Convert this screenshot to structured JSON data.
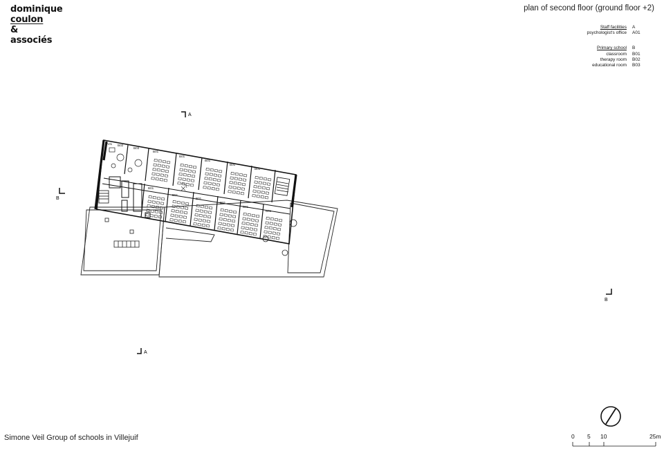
{
  "logo": {
    "line1": "dominique",
    "line2": "coulon",
    "line3": "&",
    "line4": "associés"
  },
  "plan_title": "plan of second floor (ground floor +2)",
  "legend": {
    "groups": [
      {
        "heading": "Staff facilities",
        "code": "A",
        "items": [
          {
            "label": "psychologist's office",
            "code": "A01"
          }
        ]
      },
      {
        "heading": "Primary school",
        "code": "B",
        "items": [
          {
            "label": "classroom",
            "code": "B01"
          },
          {
            "label": "therapy room",
            "code": "B02"
          },
          {
            "label": "educational room",
            "code": "B03"
          }
        ]
      }
    ]
  },
  "section_markers": {
    "a_top": "A",
    "a_bottom": "A",
    "b_left": "B",
    "b_right": "B"
  },
  "room_tags": {
    "a01": "A01",
    "b02": "B02",
    "b03": "B03",
    "top_row": [
      "B01",
      "B01",
      "B01",
      "B01",
      "B01"
    ],
    "bottom_row": [
      "B01",
      "B01",
      "B01",
      "B01",
      "B01",
      "B01"
    ]
  },
  "scale_bar": {
    "t0": "0",
    "t5": "5",
    "t10": "10",
    "t25": "25m"
  },
  "caption": "Simone Veil Group of schools in Villejuif"
}
